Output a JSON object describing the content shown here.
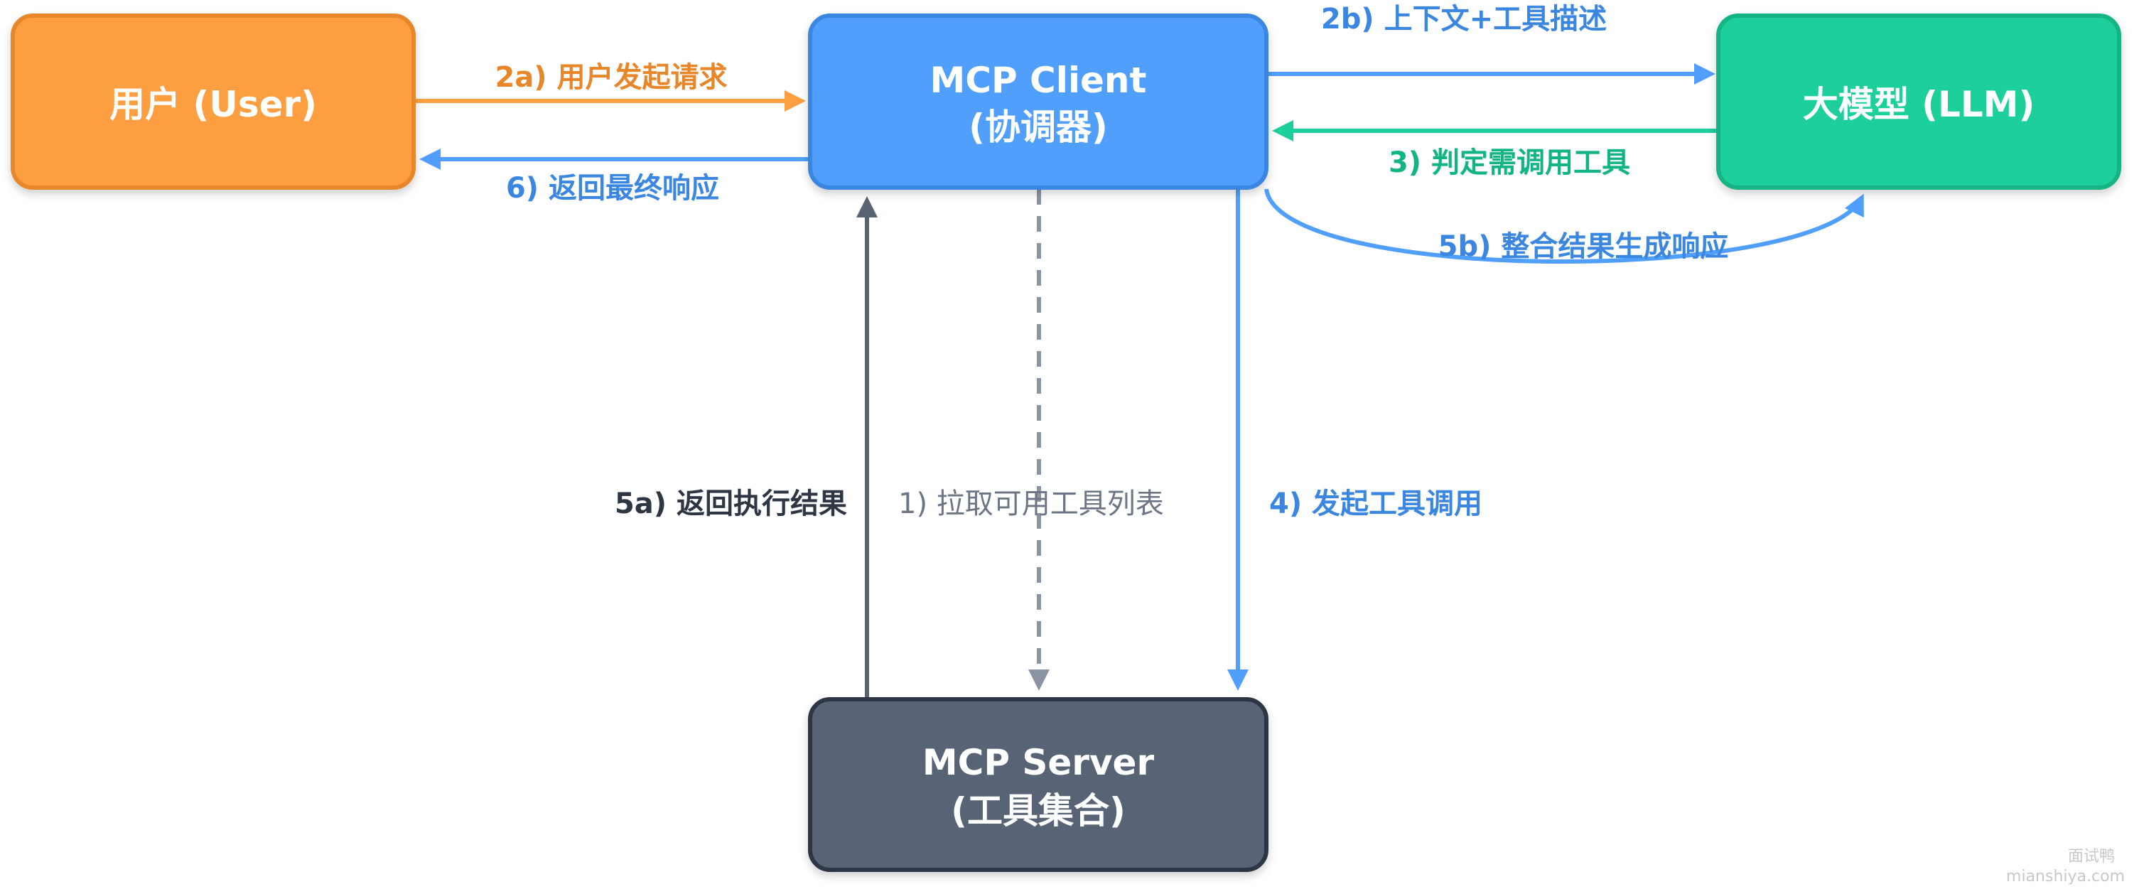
{
  "nodes": {
    "user": {
      "label": "用户 (User)",
      "color": "#fd9f40",
      "border": "#e8862a"
    },
    "client": {
      "line1": "MCP Client",
      "line2": "(协调器)",
      "color": "#519ffd",
      "border": "#3a86e0"
    },
    "llm": {
      "label": "大模型 (LLM)",
      "color": "#1ccf9b",
      "border": "#12b384"
    },
    "server": {
      "line1": "MCP Server",
      "line2": "(工具集合)",
      "color": "#586374",
      "border": "#2e3644"
    }
  },
  "edges": {
    "e2a": {
      "label": "2a) 用户发起请求",
      "color": "#e8862a"
    },
    "e6": {
      "label": "6) 返回最终响应",
      "color": "#3a86e0"
    },
    "e2b": {
      "label": "2b) 上下文+工具描述",
      "color": "#3a86e0"
    },
    "e3": {
      "label": "3) 判定需调用工具",
      "color": "#12b384"
    },
    "e5b": {
      "label": "5b) 整合结果生成响应",
      "color": "#3a86e0"
    },
    "e5a": {
      "label": "5a) 返回执行结果",
      "color": "#2e3644"
    },
    "e1": {
      "label": "1) 拉取可用工具列表",
      "color": "#6b7585"
    },
    "e4": {
      "label": "4) 发起工具调用",
      "color": "#3a86e0"
    }
  },
  "watermark": {
    "line1": "面试鸭",
    "line2": "mianshiya.com"
  }
}
